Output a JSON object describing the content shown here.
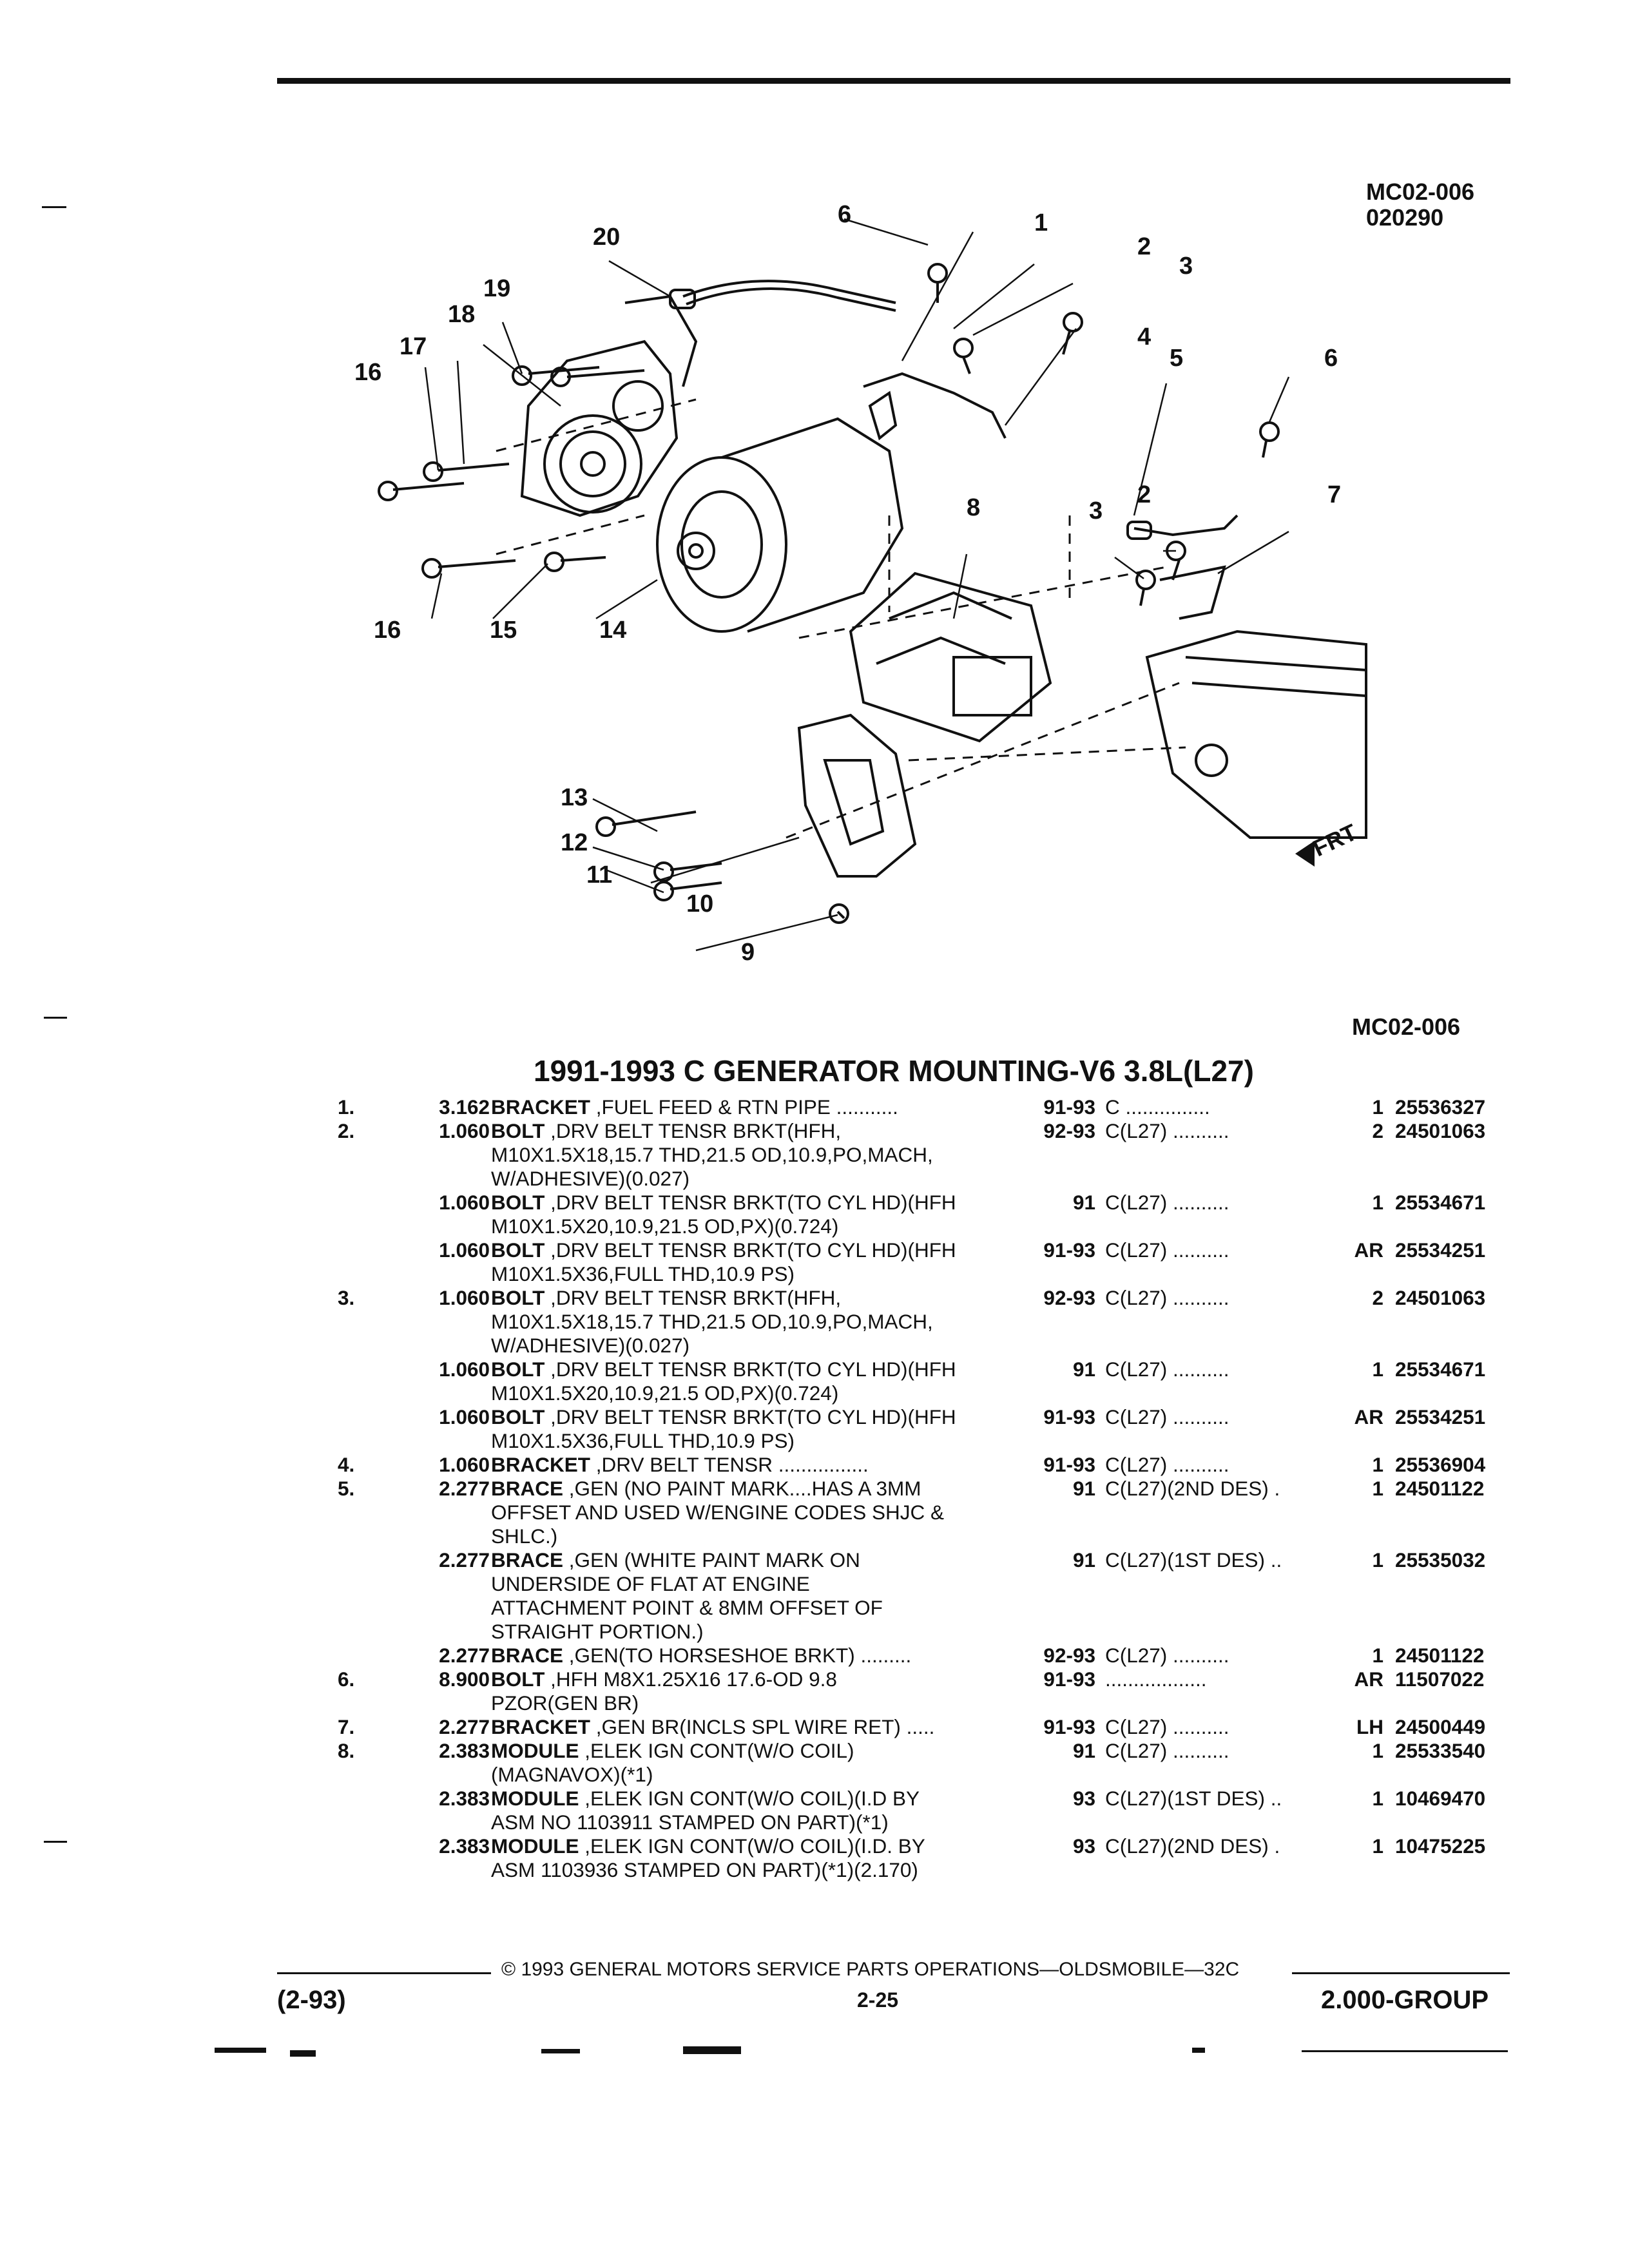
{
  "figure": {
    "code": "MC02-006",
    "date_code": "020290",
    "ref": "MC02-006",
    "frt_label": "FRT"
  },
  "callouts": [
    "1",
    "2",
    "3",
    "4",
    "5",
    "6",
    "7",
    "8",
    "9",
    "10",
    "11",
    "12",
    "13",
    "14",
    "15",
    "16",
    "17",
    "18",
    "19",
    "20"
  ],
  "title": "1991-1993 C GENERATOR MOUNTING-V6 3.8L(L27)",
  "parts": [
    {
      "ref": "1.",
      "code": "3.162",
      "noun": "BRACKET",
      "lines": [
        ",FUEL FEED & RTN PIPE ..........."
      ],
      "years": "91-93",
      "model": "C ...............",
      "qty": "1",
      "pn": "25536327"
    },
    {
      "ref": "2.",
      "code": "1.060",
      "noun": "BOLT",
      "lines": [
        ",DRV BELT TENSR BRKT(HFH,",
        "M10X1.5X18,15.7 THD,21.5 OD,10.9,PO,MACH,",
        "W/ADHESIVE)(0.027)"
      ],
      "years": "92-93",
      "model": "C(L27) ..........",
      "qty": "2",
      "pn": "24501063"
    },
    {
      "ref": "",
      "code": "1.060",
      "noun": "BOLT",
      "lines": [
        ",DRV BELT TENSR BRKT(TO CYL HD)(HFH",
        "M10X1.5X20,10.9,21.5 OD,PX)(0.724)"
      ],
      "years": "91",
      "model": "C(L27) ..........",
      "qty": "1",
      "pn": "25534671"
    },
    {
      "ref": "",
      "code": "1.060",
      "noun": "BOLT",
      "lines": [
        ",DRV BELT TENSR BRKT(TO CYL HD)(HFH",
        "M10X1.5X36,FULL THD,10.9 PS)"
      ],
      "years": "91-93",
      "model": "C(L27) ..........",
      "qty": "AR",
      "pn": "25534251"
    },
    {
      "ref": "3.",
      "code": "1.060",
      "noun": "BOLT",
      "lines": [
        ",DRV BELT TENSR BRKT(HFH,",
        "M10X1.5X18,15.7 THD,21.5 OD,10.9,PO,MACH,",
        "W/ADHESIVE)(0.027)"
      ],
      "years": "92-93",
      "model": "C(L27) ..........",
      "qty": "2",
      "pn": "24501063"
    },
    {
      "ref": "",
      "code": "1.060",
      "noun": "BOLT",
      "lines": [
        ",DRV BELT TENSR BRKT(TO CYL HD)(HFH",
        "M10X1.5X20,10.9,21.5 OD,PX)(0.724)"
      ],
      "years": "91",
      "model": "C(L27) ..........",
      "qty": "1",
      "pn": "25534671"
    },
    {
      "ref": "",
      "code": "1.060",
      "noun": "BOLT",
      "lines": [
        ",DRV BELT TENSR BRKT(TO CYL HD)(HFH",
        "M10X1.5X36,FULL THD,10.9 PS)"
      ],
      "years": "91-93",
      "model": "C(L27) ..........",
      "qty": "AR",
      "pn": "25534251"
    },
    {
      "ref": "4.",
      "code": "1.060",
      "noun": "BRACKET",
      "lines": [
        ",DRV BELT TENSR ................"
      ],
      "years": "91-93",
      "model": "C(L27) ..........",
      "qty": "1",
      "pn": "25536904"
    },
    {
      "ref": "5.",
      "code": "2.277",
      "noun": "BRACE",
      "lines": [
        ",GEN (NO PAINT MARK....HAS A 3MM",
        "OFFSET AND USED W/ENGINE CODES SHJC &",
        "SHLC.)"
      ],
      "years": "91",
      "model": "C(L27)(2ND DES) .",
      "qty": "1",
      "pn": "24501122"
    },
    {
      "ref": "",
      "code": "2.277",
      "noun": "BRACE",
      "lines": [
        ",GEN (WHITE PAINT MARK ON",
        "UNDERSIDE OF FLAT AT ENGINE",
        "ATTACHMENT POINT & 8MM OFFSET OF",
        "STRAIGHT PORTION.)"
      ],
      "years": "91",
      "model": "C(L27)(1ST DES) ..",
      "qty": "1",
      "pn": "25535032"
    },
    {
      "ref": "",
      "code": "2.277",
      "noun": "BRACE",
      "lines": [
        ",GEN(TO HORSESHOE BRKT) ........."
      ],
      "years": "92-93",
      "model": "C(L27) ..........",
      "qty": "1",
      "pn": "24501122"
    },
    {
      "ref": "6.",
      "code": "8.900",
      "noun": "BOLT",
      "lines": [
        ",HFH M8X1.25X16 17.6-OD 9.8",
        "PZOR(GEN BR)"
      ],
      "years": "91-93",
      "model": "..................",
      "qty": "AR",
      "pn": "11507022"
    },
    {
      "ref": "7.",
      "code": "2.277",
      "noun": "BRACKET",
      "lines": [
        ",GEN BR(INCLS SPL WIRE RET) ....."
      ],
      "years": "91-93",
      "model": "C(L27) ..........",
      "qty": "LH",
      "pn": "24500449"
    },
    {
      "ref": "8.",
      "code": "2.383",
      "noun": "MODULE",
      "lines": [
        ",ELEK IGN CONT(W/O COIL)",
        "(MAGNAVOX)(*1)"
      ],
      "years": "91",
      "model": "C(L27) ..........",
      "qty": "1",
      "pn": "25533540"
    },
    {
      "ref": "",
      "code": "2.383",
      "noun": "MODULE",
      "lines": [
        ",ELEK IGN CONT(W/O COIL)(I.D BY",
        "ASM NO 1103911 STAMPED ON PART)(*1)"
      ],
      "years": "93",
      "model": "C(L27)(1ST DES) ..",
      "qty": "1",
      "pn": "10469470"
    },
    {
      "ref": "",
      "code": "2.383",
      "noun": "MODULE",
      "lines": [
        ",ELEK IGN CONT(W/O COIL)(I.D. BY",
        "ASM 1103936 STAMPED ON PART)(*1)(2.170)"
      ],
      "years": "93",
      "model": "C(L27)(2ND DES) .",
      "qty": "1",
      "pn": "10475225"
    }
  ],
  "footer": {
    "copyright": "© 1993 GENERAL MOTORS SERVICE PARTS OPERATIONS—OLDSMOBILE—32C",
    "left": "(2-93)",
    "page": "2-25",
    "right": "2.000-GROUP"
  }
}
